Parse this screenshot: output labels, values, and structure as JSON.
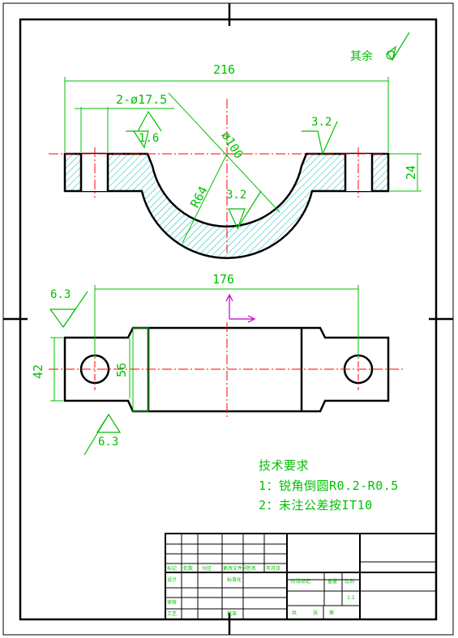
{
  "dimensions": {
    "top_width": "216",
    "holes": "2-ø17.5",
    "diameter": "ø100",
    "radius": "R64",
    "thickness": "24",
    "bottom_width": "176",
    "height_outer": "42",
    "height_inner": "56"
  },
  "roughness": {
    "general": "其余",
    "top_left": "1.6",
    "top_right": "3.2",
    "bore": "3.2",
    "plan_top": "6.3",
    "plan_bottom": "6.3"
  },
  "requirements": {
    "title": "技术要求",
    "item1": "1：锐角倒圆R0.2-R0.5",
    "item2": "2：未注公差按IT10"
  },
  "title_block": {
    "mark": "标记",
    "count": "处数",
    "zone": "分区",
    "change_doc": "更改文件号",
    "signature": "签名",
    "date": "年月日",
    "designer": "设计",
    "standardize": "标准化",
    "stage_mark": "阶段标记",
    "weight": "重量",
    "scale": "比例",
    "scale_value": "1:1",
    "review": "审核",
    "process": "工艺",
    "approve": "批准",
    "total": "共",
    "sheets": "张",
    "page": "第"
  },
  "colors": {
    "outline": "#000000",
    "dimension": "#00c000",
    "centerline": "#ff0000",
    "hatch": "#00b4b4",
    "axis": "#c000c0"
  }
}
